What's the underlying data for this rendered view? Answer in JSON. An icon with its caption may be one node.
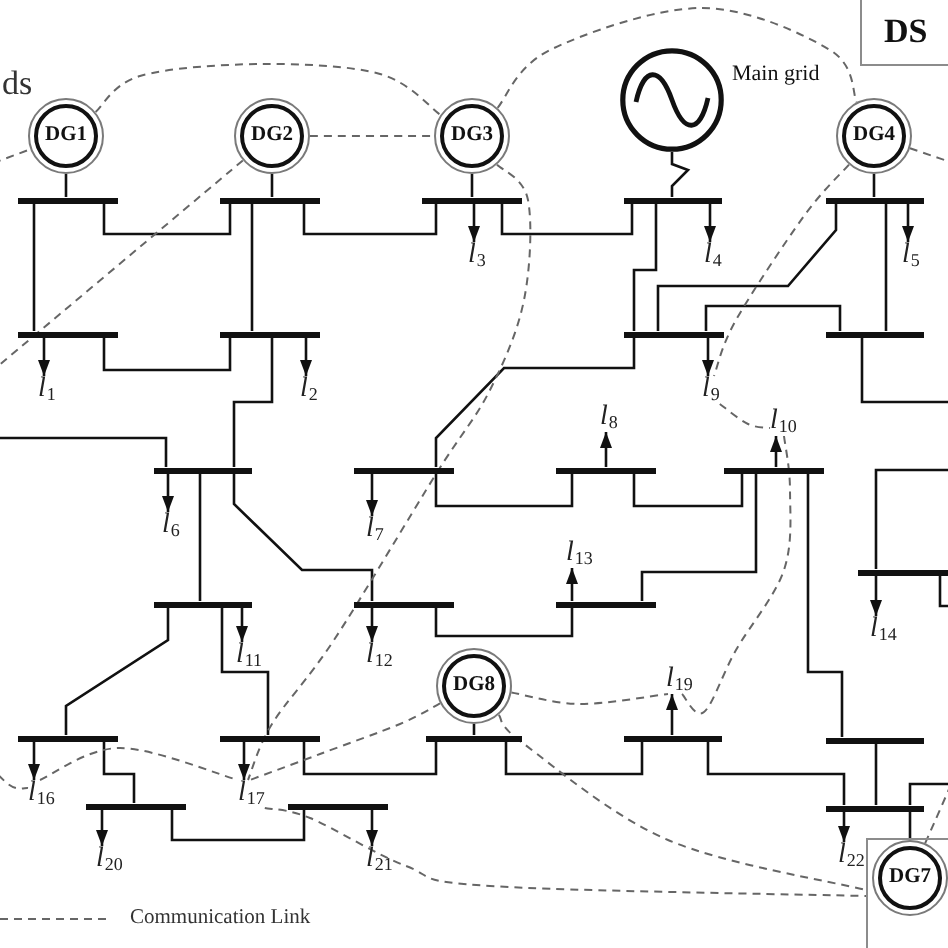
{
  "diagram": {
    "nodes": [
      {
        "text": [
          "DS"
        ]
      },
      {
        "text": [
          "DG1"
        ]
      },
      {
        "text": [
          "DG2"
        ]
      },
      {
        "text": [
          "DG3"
        ]
      },
      {
        "text": [],
        "shape": "circle",
        "beside": [
          "Main grid"
        ]
      },
      {
        "text": [
          "DG4"
        ]
      },
      {
        "text": [],
        "shape": "bar"
      },
      {
        "text": [],
        "shape": "bar"
      },
      {
        "text": [],
        "shape": "bar"
      },
      {
        "text": [],
        "shape": "bar"
      },
      {
        "text": [],
        "shape": "bar"
      },
      {
        "text": [
          "l$_{3}$"
        ]
      },
      {
        "text": [
          "l$_{4}$"
        ]
      },
      {
        "text": [
          "l$_{5}$"
        ]
      },
      {
        "text": [],
        "shape": "bar"
      },
      {
        "text": [],
        "shape": "bar"
      },
      {
        "text": [],
        "shape": "bar"
      },
      {
        "text": [],
        "shape": "bar"
      },
      {
        "text": [
          "l$_{1}$"
        ]
      },
      {
        "text": [
          "l$_{2}$"
        ]
      },
      {
        "text": [
          "l$_{9}$"
        ]
      },
      {
        "text": [
          "l$_{8}$"
        ]
      },
      {
        "text": [
          "l$_{10}$"
        ]
      },
      {
        "text": [],
        "shape": "bar"
      },
      {
        "text": [],
        "shape": "bar"
      },
      {
        "text": [],
        "shape": "bar"
      },
      {
        "text": [],
        "shape": "bar"
      },
      {
        "text": [
          "l$_{6}$"
        ]
      },
      {
        "text": [
          "l$_{7}$"
        ]
      },
      {
        "text": [
          "l$_{13}$"
        ]
      },
      {
        "text": [],
        "shape": "bar"
      },
      {
        "text": [],
        "shape": "bar"
      },
      {
        "text": [],
        "shape": "bar"
      },
      {
        "text": [],
        "shape": "bar"
      },
      {
        "text": [
          "l$_{14}$"
        ]
      },
      {
        "text": [
          "l$_{11}$"
        ]
      },
      {
        "text": [
          "l$_{12}$"
        ]
      },
      {
        "text": [
          "DG8"
        ]
      },
      {
        "text": [
          "l$_{19}$"
        ]
      },
      {
        "text": [],
        "shape": "bar"
      },
      {
        "text": [],
        "shape": "bar"
      },
      {
        "text": [],
        "shape": "bar"
      },
      {
        "text": [],
        "shape": "bar"
      },
      {
        "text": [],
        "shape": "bar"
      },
      {
        "text": [
          "l$_{16}$"
        ]
      },
      {
        "text": [
          "l$_{17}$"
        ]
      },
      {
        "text": [],
        "shape": "bar"
      },
      {
        "text": [],
        "shape": "bar"
      },
      {
        "text": [],
        "shape": "bar"
      },
      {
        "text": [],
        "shape": "box"
      },
      {
        "text": [
          "DG7"
        ],
        "in": 49
      },
      {
        "text": [
          "l$_{20}$"
        ]
      },
      {
        "text": [
          "l$_{21}$"
        ]
      },
      {
        "text": [
          "l$_{22}$"
        ]
      }
    ],
    "edges": [
      {
        "from": 1,
        "to": 6,
        "arrow": "none"
      },
      {
        "from": 2,
        "to": 7,
        "arrow": "none"
      },
      {
        "from": 3,
        "to": 8,
        "arrow": "none"
      },
      {
        "from": 4,
        "to": 9,
        "arrow": "none"
      },
      {
        "from": 5,
        "to": 10,
        "arrow": "none"
      },
      {
        "from": 37,
        "to": 41,
        "arrow": "none"
      },
      {
        "from": 50,
        "to": 48,
        "arrow": "none"
      },
      {
        "from": 6,
        "to": 7,
        "arrow": "none"
      },
      {
        "from": 7,
        "to": 8,
        "arrow": "none"
      },
      {
        "from": 8,
        "to": 9,
        "arrow": "none"
      },
      {
        "from": 6,
        "to": 14,
        "arrow": "none"
      },
      {
        "from": 7,
        "to": 15,
        "arrow": "none"
      },
      {
        "from": 9,
        "to": 16,
        "arrow": "none"
      },
      {
        "from": 10,
        "to": 16,
        "arrow": "none"
      },
      {
        "from": 10,
        "to": 17,
        "arrow": "none"
      },
      {
        "from": 16,
        "to": 17,
        "arrow": "none"
      },
      {
        "from": 17,
        "to": null,
        "arrow": "none"
      },
      {
        "from": 14,
        "to": 15,
        "arrow": "none"
      },
      {
        "from": 15,
        "to": 23,
        "arrow": "none"
      },
      {
        "from": null,
        "to": 23,
        "arrow": "none"
      },
      {
        "from": 16,
        "to": 24,
        "arrow": "none"
      },
      {
        "from": 24,
        "to": 25,
        "arrow": "none"
      },
      {
        "from": 25,
        "to": 26,
        "arrow": "none"
      },
      {
        "from": 23,
        "to": 31,
        "arrow": "none"
      },
      {
        "from": 23,
        "to": 32,
        "arrow": "none"
      },
      {
        "from": 32,
        "to": 33,
        "arrow": "none"
      },
      {
        "from": 33,
        "to": 26,
        "arrow": "none"
      },
      {
        "from": null,
        "to": 30,
        "arrow": "none"
      },
      {
        "from": 30,
        "to": null,
        "arrow": "none"
      },
      {
        "from": 26,
        "to": 43,
        "arrow": "none"
      },
      {
        "from": 43,
        "to": 48,
        "arrow": "none"
      },
      {
        "from": 31,
        "to": 39,
        "arrow": "none"
      },
      {
        "from": 31,
        "to": 40,
        "arrow": "none"
      },
      {
        "from": 40,
        "to": 41,
        "arrow": "none"
      },
      {
        "from": 41,
        "to": 42,
        "arrow": "none"
      },
      {
        "from": 42,
        "to": 48,
        "arrow": "none"
      },
      {
        "from": 39,
        "to": 46,
        "arrow": "none"
      },
      {
        "from": 46,
        "to": 47,
        "arrow": "none"
      },
      {
        "from": null,
        "to": 48,
        "arrow": "none"
      },
      {
        "from": 8,
        "to": 11,
        "arrow": "to"
      },
      {
        "from": 9,
        "to": 12,
        "arrow": "to"
      },
      {
        "from": 10,
        "to": 13,
        "arrow": "to"
      },
      {
        "from": 14,
        "to": 18,
        "arrow": "to"
      },
      {
        "from": 15,
        "to": 19,
        "arrow": "to"
      },
      {
        "from": 16,
        "to": 20,
        "arrow": "to"
      },
      {
        "from": 25,
        "to": 21,
        "arrow": "to"
      },
      {
        "from": 26,
        "to": 22,
        "arrow": "to"
      },
      {
        "from": 23,
        "to": 27,
        "arrow": "to"
      },
      {
        "from": 24,
        "to": 28,
        "arrow": "to"
      },
      {
        "from": 33,
        "to": 29,
        "arrow": "to"
      },
      {
        "from": 30,
        "to": 34,
        "arrow": "to"
      },
      {
        "from": 31,
        "to": 35,
        "arrow": "to"
      },
      {
        "from": 32,
        "to": 36,
        "arrow": "to"
      },
      {
        "from": 42,
        "to": 38,
        "arrow": "to"
      },
      {
        "from": 39,
        "to": 44,
        "arrow": "to"
      },
      {
        "from": 40,
        "to": 45,
        "arrow": "to"
      },
      {
        "from": 46,
        "to": 51,
        "arrow": "to"
      },
      {
        "from": 47,
        "to": 52,
        "arrow": "to"
      },
      {
        "from": 48,
        "to": 53,
        "arrow": "to"
      },
      {
        "from": 1,
        "to": 3,
        "arrow": "none",
        "style": "dashed",
        "color": "#666666"
      },
      {
        "from": 2,
        "to": 3,
        "arrow": "none",
        "style": "dashed",
        "color": "#666666"
      },
      {
        "from": null,
        "to": 1,
        "arrow": "none",
        "style": "dashed",
        "color": "#666666"
      },
      {
        "from": 2,
        "to": null,
        "arrow": "none",
        "style": "dashed",
        "color": "#666666"
      },
      {
        "from": 3,
        "to": 5,
        "arrow": "none",
        "style": "dashed",
        "color": "#666666"
      },
      {
        "from": 3,
        "to": 45,
        "arrow": "none",
        "style": "dashed",
        "color": "#666666"
      },
      {
        "from": 5,
        "to": 20,
        "arrow": "none",
        "style": "dashed",
        "color": "#666666"
      },
      {
        "from": 20,
        "to": 22,
        "arrow": "none",
        "style": "dashed",
        "color": "#666666"
      },
      {
        "from": 22,
        "to": 38,
        "arrow": "none",
        "style": "dashed",
        "color": "#666666"
      },
      {
        "from": 5,
        "to": null,
        "arrow": "none",
        "style": "dashed",
        "color": "#666666"
      },
      {
        "from": 37,
        "to": 38,
        "arrow": "none",
        "style": "dashed",
        "color": "#666666"
      },
      {
        "from": 37,
        "to": 49,
        "arrow": "none",
        "style": "dashed",
        "color": "#666666"
      },
      {
        "from": 45,
        "to": 49,
        "arrow": "none",
        "style": "dashed",
        "color": "#666666"
      },
      {
        "from": 37,
        "to": 45,
        "arrow": "none",
        "style": "dashed",
        "color": "#666666"
      },
      {
        "from": 44,
        "to": 45,
        "arrow": "none",
        "style": "dashed",
        "color": "#666666"
      },
      {
        "from": null,
        "to": 44,
        "arrow": "none",
        "style": "dashed",
        "color": "#666666"
      },
      {
        "from": 50,
        "to": null,
        "arrow": "none",
        "style": "dashed",
        "color": "#666666"
      }
    ],
    "labels": [
      "ds"
    ],
    "legend": [
      {
        "text": "Communication Link"
      }
    ]
  }
}
